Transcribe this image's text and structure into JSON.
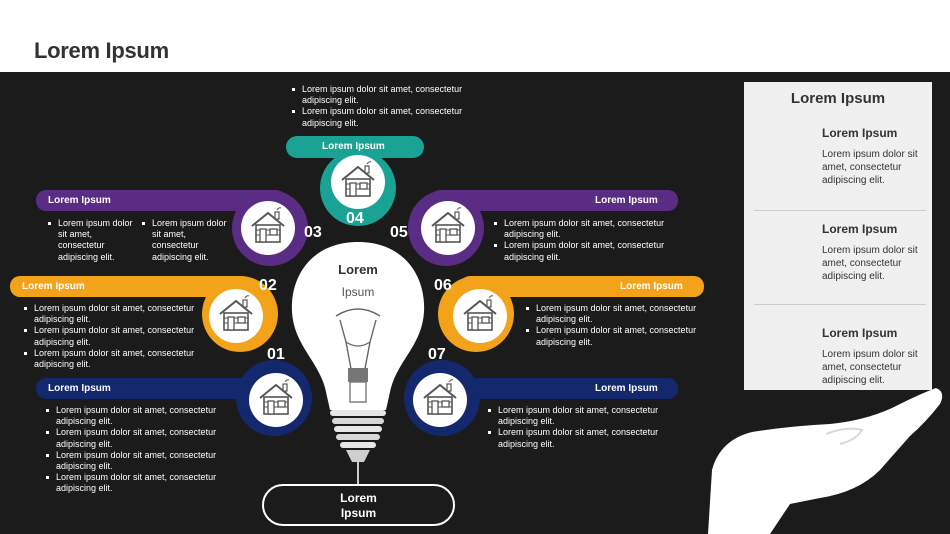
{
  "header": {
    "title": "Lorem Ipsum"
  },
  "colors": {
    "purple": "#5b2c83",
    "orange": "#f2a319",
    "navy": "#14286e",
    "teal": "#1aa394",
    "background": "#1b1b1b"
  },
  "icons": {
    "node_icon": "house-icon"
  },
  "top": {
    "pill_label": "Lorem Ipsum",
    "bullets": [
      "Lorem ipsum dolor sit amet, consectetur",
      "adipiscing elit.",
      "Lorem ipsum dolor sit amet, consectetur",
      "adipiscing elit."
    ]
  },
  "nodes": [
    {
      "number": "01"
    },
    {
      "number": "02"
    },
    {
      "number": "03"
    },
    {
      "number": "04"
    },
    {
      "number": "05"
    },
    {
      "number": "06"
    },
    {
      "number": "07"
    }
  ],
  "bands": {
    "purple_left": {
      "label": "Lorem Ipsum",
      "col1": [
        "Lorem ipsum dolor",
        "sit amet,",
        "consectetur",
        "adipiscing elit."
      ],
      "col2": [
        "Lorem ipsum dolor",
        "sit amet,",
        "consectetur",
        "adipiscing elit."
      ]
    },
    "purple_right": {
      "label": "Lorem Ipsum",
      "bullets": [
        "Lorem ipsum dolor sit amet, consectetur",
        "adipiscing elit.",
        "Lorem ipsum dolor sit amet, consectetur",
        "adipiscing elit."
      ]
    },
    "orange_left": {
      "label": "Lorem Ipsum",
      "bullets": [
        "Lorem ipsum dolor sit amet, consectetur",
        "adipiscing elit.",
        "Lorem ipsum dolor sit amet, consectetur",
        "adipiscing elit.",
        "Lorem ipsum dolor sit amet, consectetur",
        "adipiscing elit."
      ]
    },
    "orange_right": {
      "label": "Lorem Ipsum",
      "bullets": [
        "Lorem ipsum dolor sit amet, consectetur",
        "adipiscing elit.",
        "Lorem ipsum dolor sit amet, consectetur",
        "adipiscing elit."
      ]
    },
    "navy_left": {
      "label": "Lorem Ipsum",
      "bullets": [
        "Lorem ipsum dolor sit amet, consectetur",
        "adipiscing elit.",
        "Lorem ipsum dolor sit amet, consectetur",
        "adipiscing elit.",
        "Lorem ipsum dolor sit amet, consectetur",
        "adipiscing elit.",
        "Lorem ipsum dolor sit amet, consectetur",
        "adipiscing elit."
      ]
    },
    "navy_right": {
      "label": "Lorem Ipsum",
      "bullets": [
        "Lorem ipsum dolor sit amet, consectetur",
        "adipiscing elit.",
        "Lorem ipsum dolor sit amet, consectetur",
        "adipiscing elit."
      ]
    }
  },
  "bulb": {
    "title": "Lorem",
    "subtitle": "Ipsum"
  },
  "bottom": {
    "line1": "Lorem",
    "line2": "Ipsum"
  },
  "panel": {
    "title": "Lorem Ipsum",
    "items": [
      {
        "title": "Lorem Ipsum",
        "text": "Lorem ipsum dolor sit amet, consectetur adipiscing elit.",
        "fill": 1.0,
        "color": "#14286e"
      },
      {
        "title": "Lorem Ipsum",
        "text": "Lorem ipsum dolor sit amet, consectetur adipiscing elit.",
        "fill": 0.8,
        "color": "#f2a319"
      },
      {
        "title": "Lorem Ipsum",
        "text": "Lorem ipsum dolor sit amet, consectetur adipiscing elit.",
        "fill": 0.92,
        "color": "#f2a319"
      }
    ]
  }
}
